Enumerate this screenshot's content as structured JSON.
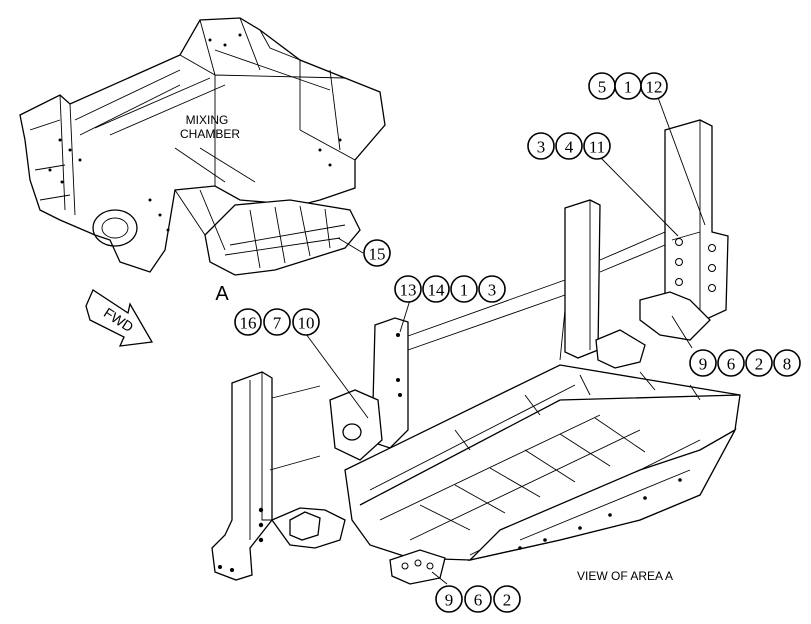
{
  "labels": {
    "mixing_chamber_line1": "MIXING",
    "mixing_chamber_line2": "CHAMBER",
    "area_marker": "A",
    "view_caption": "VIEW OF AREA A",
    "direction_arrow": "FWD"
  },
  "callout_groups": [
    {
      "id": "group-5-1-12",
      "items": [
        "5",
        "1",
        "12"
      ]
    },
    {
      "id": "group-3-4-11",
      "items": [
        "3",
        "4",
        "11"
      ]
    },
    {
      "id": "group-15",
      "items": [
        "15"
      ]
    },
    {
      "id": "group-13-14-1-3",
      "items": [
        "13",
        "14",
        "1",
        "3"
      ]
    },
    {
      "id": "group-16-7-10",
      "items": [
        "16",
        "7",
        "10"
      ]
    },
    {
      "id": "group-9-6-2-8",
      "items": [
        "9",
        "6",
        "2",
        "8"
      ]
    },
    {
      "id": "group-9-6-2-bottom",
      "items": [
        "9",
        "6",
        "2"
      ]
    }
  ]
}
